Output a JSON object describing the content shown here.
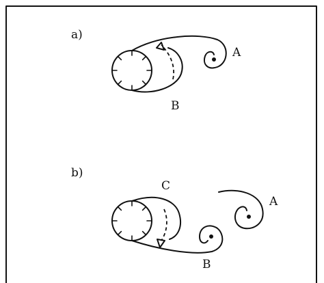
{
  "panels": [
    {
      "label": "a)",
      "vortex_labels": {
        "upper": "A",
        "lower": "B"
      }
    },
    {
      "label": "b)",
      "vortex_labels": {
        "upper_left": "C",
        "upper_right": "A",
        "lower": "B"
      }
    }
  ],
  "colors": {
    "ink": "#111111",
    "background": "#ffffff"
  }
}
